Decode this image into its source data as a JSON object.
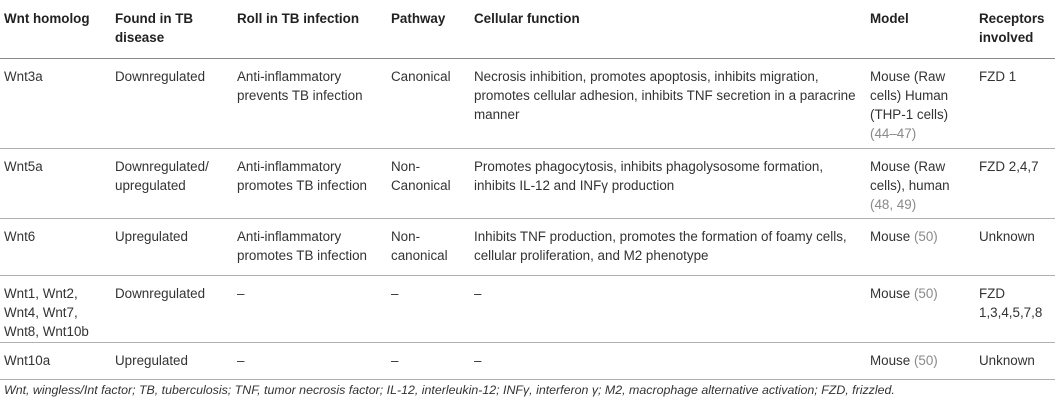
{
  "table": {
    "headers": [
      "Wnt homolog",
      "Found in TB disease",
      "Roll in TB infection",
      "Pathway",
      "Cellular function",
      "Model",
      "Receptors involved"
    ],
    "rows": [
      {
        "homolog": "Wnt3a",
        "found": "Downregulated",
        "role": "Anti-inflammatory prevents TB infection",
        "pathway": "Canonical",
        "function": "Necrosis inhibition, promotes apoptosis, inhibits migration, promotes cellular adhesion, inhibits TNF secretion in a paracrine manner",
        "model_text": "Mouse (Raw cells) Human (THP-1 cells)",
        "model_ref": "(44–47)",
        "receptors": "FZD 1"
      },
      {
        "homolog": "Wnt5a",
        "found": "Downregulated/ upregulated",
        "role": "Anti-inflammatory promotes TB infection",
        "pathway": "Non-Canonical",
        "function": "Promotes phagocytosis, inhibits phagolysosome formation, inhibits IL-12 and INFγ production",
        "model_text": "Mouse (Raw cells), human",
        "model_ref": "(48, 49)",
        "receptors": "FZD 2,4,7"
      },
      {
        "homolog": "Wnt6",
        "found": "Upregulated",
        "role": "Anti-inflammatory promotes TB infection",
        "pathway": "Non-canonical",
        "function": "Inhibits TNF production, promotes the formation of foamy cells, cellular proliferation, and M2 phenotype",
        "model_text": "Mouse",
        "model_ref": "(50)",
        "receptors": "Unknown"
      },
      {
        "homolog": "Wnt1, Wnt2, Wnt4, Wnt7, Wnt8, Wnt10b",
        "found": "Downregulated",
        "role": "–",
        "pathway": "–",
        "function": "–",
        "model_text": "Mouse",
        "model_ref": "(50)",
        "receptors": "FZD 1,3,4,5,7,8"
      },
      {
        "homolog": "Wnt10a",
        "found": "Upregulated",
        "role": "–",
        "pathway": "–",
        "function": "–",
        "model_text": "Mouse",
        "model_ref": "(50)",
        "receptors": "Unknown"
      }
    ]
  },
  "footnote": "Wnt, wingless/Int factor; TB, tuberculosis; TNF, tumor necrosis factor; IL-12, interleukin-12; INFγ, interferon γ; M2, macrophage alternative activation; FZD, frizzled.",
  "colors": {
    "text": "#333333",
    "reference": "#8a8a8a",
    "rule": "#b0b0b0"
  }
}
